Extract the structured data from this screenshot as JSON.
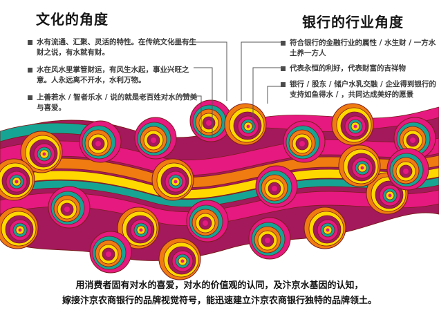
{
  "left_section": {
    "title": "文化的角度",
    "bullets": [
      "水有流通、汇聚、灵活的特性。在传统文化里有生财之说，有水就有财。",
      "水在风水里掌管财运，有风生水起，事业兴旺之意。人永远离不开水，水利万物。",
      "上善若水 / 智者乐水 /  说的就是老百姓对水的赞美与喜爱。"
    ]
  },
  "right_section": {
    "title": "银行的行业角度",
    "bullets": [
      "符合银行的金融行业的属性 / 水生财 / 一方水土养一方人",
      "代表永恒的利好，代表财富的吉祥物",
      "银行 / 股东 / 储户水乳交融 / 企业得到银行的支持如鱼得水 / ，共同达成美好的愿景"
    ]
  },
  "caption": {
    "line1": "用消费者固有对水的喜爱，对水的价值观的认同，及汴京水基因的认知，",
    "line2": "嫁接汴京农商银行的品牌视觉符号，能迅速建立汴京农商银行独特的品牌领土。"
  },
  "illustration": {
    "name": "decorative-wave-swirls",
    "colors": {
      "magenta": "#e5197f",
      "purple": "#a3195b",
      "orange": "#f07b10",
      "yellow": "#ffd800",
      "teal": "#16a594",
      "outline": "#7a1d1d"
    }
  },
  "connector_color": "#555555"
}
